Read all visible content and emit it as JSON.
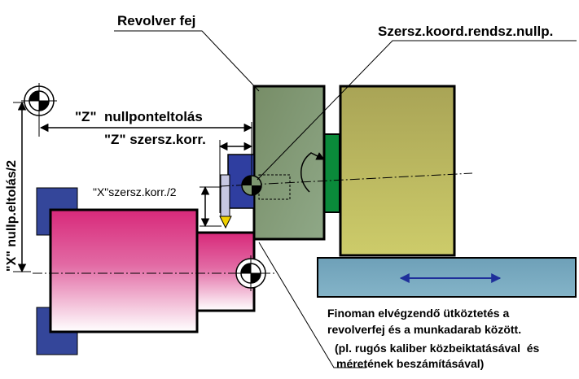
{
  "labels": {
    "revolver_head": "Revolver fej",
    "tool_coord_zero": "Szersz.koord.rendsz.nullp.",
    "z_zero_offset": "\"Z\"  nullponteltolás",
    "z_tool_corr": "\"Z\" szersz.korr.",
    "x_tool_corr_half": "\"X\"szersz.korr./2",
    "x_zero_offset_half": "\"X\" nullp.eltolás/2",
    "note_line1": "Finoman elvégzendő ütköztetés a",
    "note_line2": "revolverfej és a munkadarab között.",
    "note_line3": "(pl. rugós kaliber közbeiktatásával  és",
    "note_line4": "méretének beszámításával)"
  },
  "colors": {
    "chuck_jaw": "#34469a",
    "tool_holder": "#2f3ea0",
    "revolver_head": "#7d9670",
    "spindle_connector": "#0a8a3a",
    "housing": "#bdbd62",
    "slide": "#78aac0",
    "workpiece_top": "#d8297a",
    "workpiece_bottom": "#ffffff",
    "arrow_blue": "#1f2f9a"
  }
}
